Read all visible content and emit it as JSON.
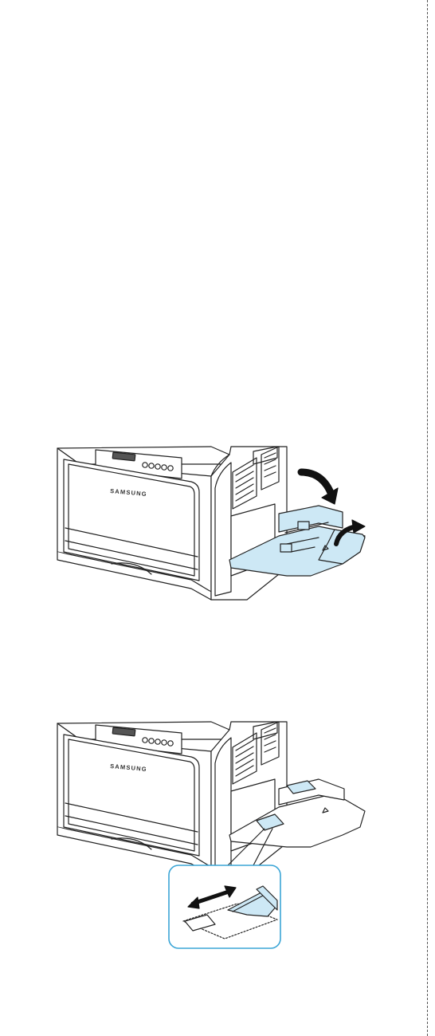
{
  "printer": {
    "brand": "SAMSUNG"
  },
  "colors": {
    "tray_fill": "#cde8f5",
    "callout_border": "#3ba5d6",
    "line": "#222222",
    "cut_line": "#555555"
  },
  "figures": [
    {
      "illustration": "printer-open-multipurpose-tray"
    },
    {
      "illustration": "printer-adjust-paper-guide-detail"
    }
  ]
}
